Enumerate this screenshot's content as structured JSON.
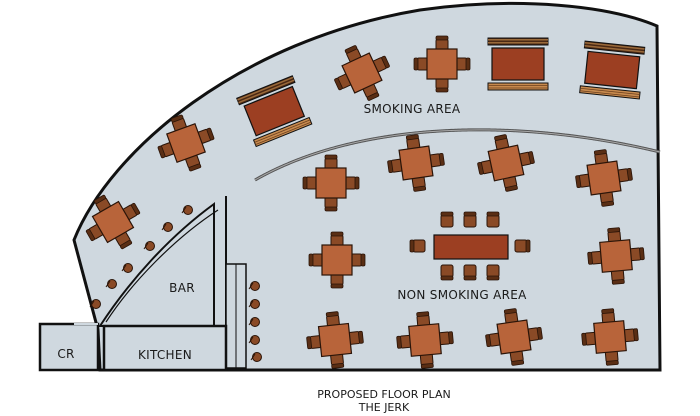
{
  "areas": {
    "smoking": "SMOKING AREA",
    "non_smoking": "NON SMOKING AREA",
    "bar": "BAR",
    "kitchen": "KITCHEN",
    "cr": "CR"
  },
  "title": {
    "line1": "PROPOSED FLOOR PLAN",
    "line2": "THE JERK"
  },
  "colors": {
    "floor": "#cfd8df",
    "wall": "#111111",
    "table": "#b8643a",
    "chair": "#8a4a26",
    "bench_table": "#9c3f22"
  }
}
